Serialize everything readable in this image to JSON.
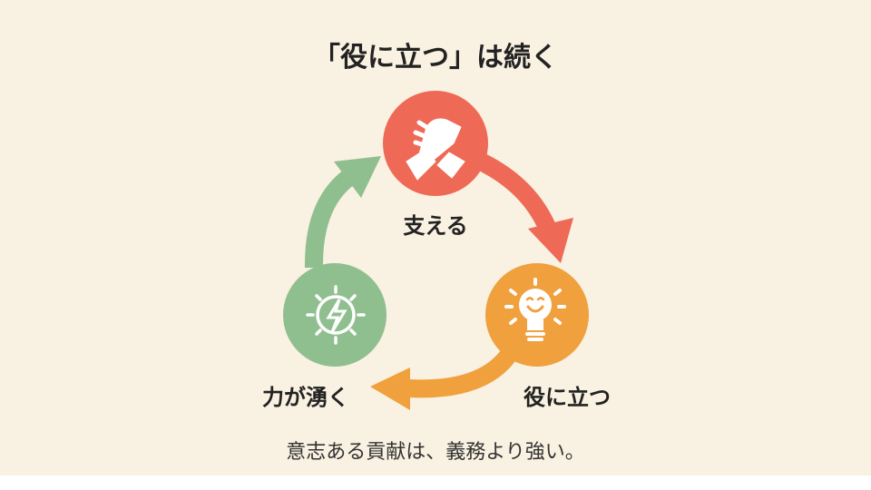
{
  "title": "「役に立つ」は続く",
  "nodes": [
    {
      "label": "支える",
      "icon": "handshake-icon",
      "color": "#ee6a57"
    },
    {
      "label": "役に立つ",
      "icon": "lightbulb-smile-icon",
      "color": "#f0a03c"
    },
    {
      "label": "力が湧く",
      "icon": "energy-bolt-icon",
      "color": "#8fbf8f"
    }
  ],
  "subtitle": "意志ある貢献は、義務より強い。"
}
